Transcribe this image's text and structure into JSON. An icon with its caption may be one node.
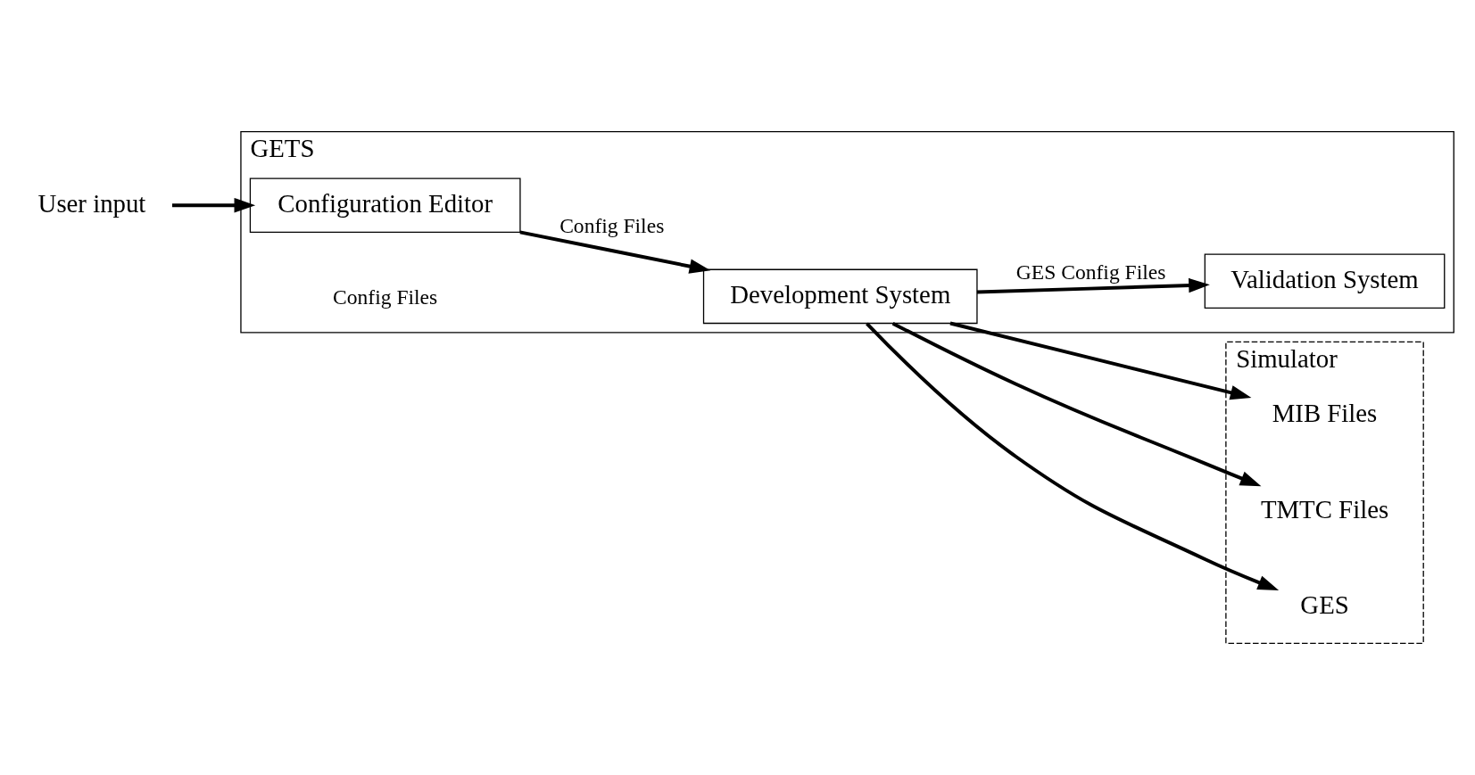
{
  "diagram": {
    "nodes": [
      {
        "text": [
          "GETS"
        ]
      },
      {
        "text": [
          "Configuration Editor"
        ],
        "in": 0
      },
      {
        "text": [
          "Development System"
        ],
        "in": 0
      },
      {
        "text": [
          "Validation System"
        ],
        "in": 0
      },
      {
        "text": [
          "Simulator"
        ]
      },
      {
        "text": [
          "MIB Files"
        ],
        "in": 4
      },
      {
        "text": [
          "TMTC Files"
        ],
        "in": 4
      },
      {
        "text": [
          "GES"
        ],
        "in": 4
      },
      {
        "text": [
          "User input"
        ]
      }
    ],
    "edges": [
      {
        "from": 8,
        "to": 1,
        "arrow": "to"
      },
      {
        "from": 1,
        "to": 2,
        "arrow": "to",
        "label": "Config Files"
      },
      {
        "from": 2,
        "to": 3,
        "arrow": "to",
        "label": "GES Config Files"
      },
      {
        "from": 2,
        "to": 5,
        "arrow": "to"
      },
      {
        "from": 2,
        "to": 6,
        "arrow": "to"
      },
      {
        "from": 2,
        "to": 7,
        "arrow": "to"
      }
    ],
    "labels": [
      "Config Files"
    ]
  }
}
